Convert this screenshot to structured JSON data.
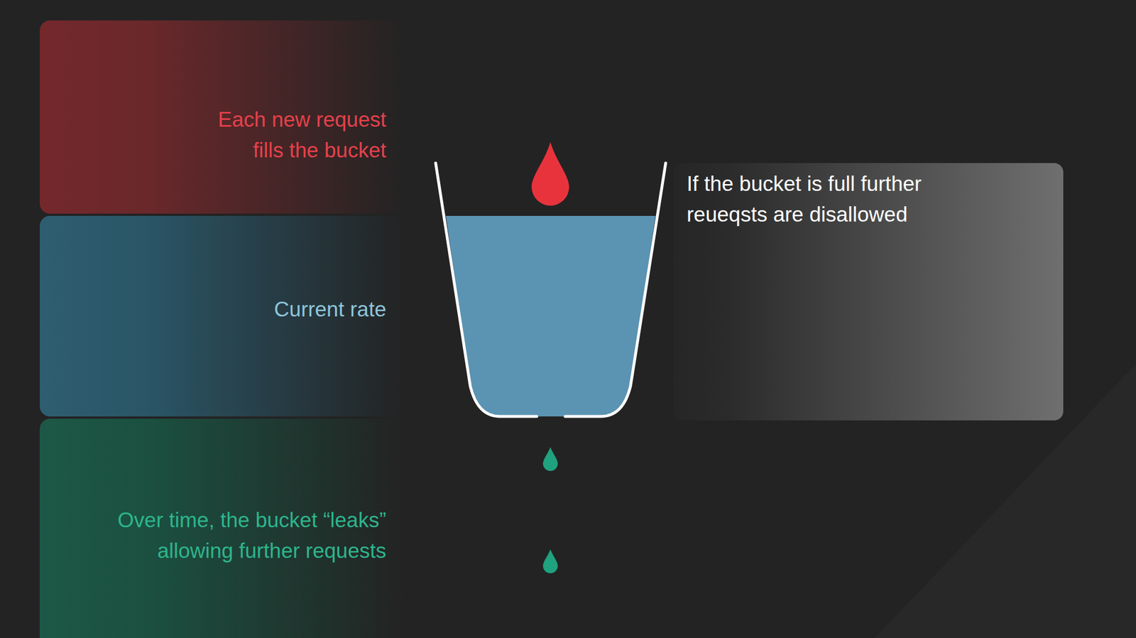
{
  "diagram": {
    "nodes": [
      {
        "text": [
          "Each new request fills the bucket"
        ]
      },
      {
        "text": [
          "Current rate"
        ]
      },
      {
        "text": [
          "Over time, the bucket “leaks” allowing further requests"
        ]
      },
      {
        "text": [
          "If the bucket is full further reueqsts are disallowed"
        ]
      }
    ]
  }
}
